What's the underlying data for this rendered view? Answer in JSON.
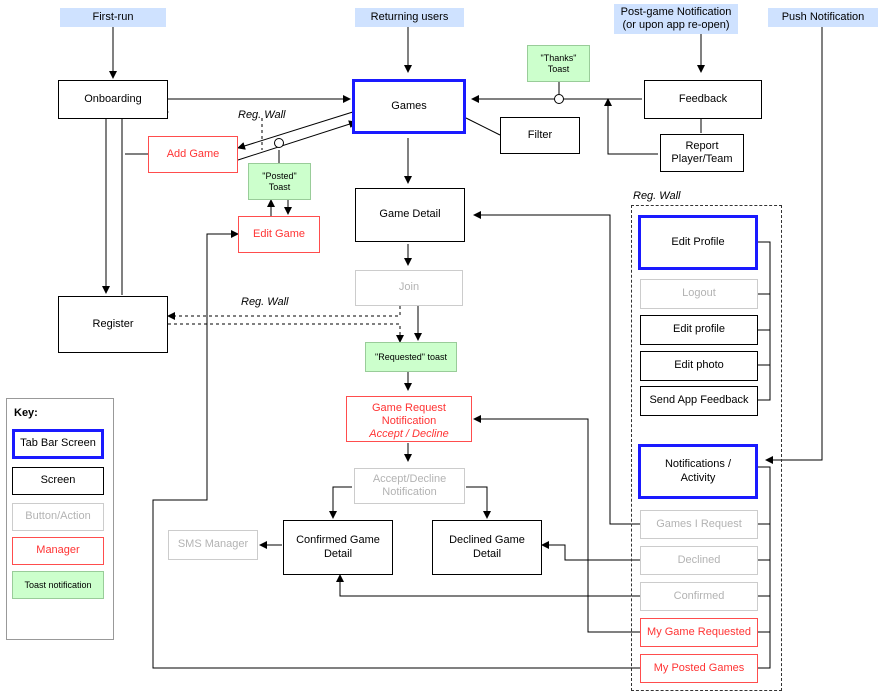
{
  "entries": {
    "first_run": "First-run",
    "returning_users": "Returning users",
    "post_game": "Post-game Notification (or upon app re-open)",
    "push": "Push Notification"
  },
  "nodes": {
    "onboarding": "Onboarding",
    "games": "Games",
    "feedback": "Feedback",
    "filter": "Filter",
    "report": "Report Player/Team",
    "add_game": "Add Game",
    "posted_toast": "\"Posted\" Toast",
    "thanks_toast": "\"Thanks\" Toast",
    "edit_game": "Edit Game",
    "game_detail": "Game Detail",
    "join": "Join",
    "register": "Register",
    "requested_toast": "\"Requested\" toast",
    "game_request_notification": "Game Request Notification",
    "accept_decline": "Accept / Decline",
    "accept_decline_notification": "Accept/Decline Notification",
    "confirmed_game_detail": "Confirmed Game Detail",
    "declined_game_detail": "Declined Game Detail",
    "sms_manager": "SMS Manager",
    "edit_profile_tab": "Edit Profile",
    "logout": "Logout",
    "edit_profile": "Edit profile",
    "edit_photo": "Edit photo",
    "send_app_feedback": "Send App Feedback",
    "notifications_activity": "Notifications / Activity",
    "games_i_request": "Games I Request",
    "declined": "Declined",
    "confirmed": "Confirmed",
    "my_game_requested": "My Game Requested",
    "my_posted_games": "My Posted Games"
  },
  "notes": {
    "reg_wall_1": "Reg. Wall",
    "reg_wall_2": "Reg. Wall",
    "reg_wall_3": "Reg. Wall"
  },
  "key": {
    "title": "Key:",
    "tab_bar_screen": "Tab Bar Screen",
    "screen": "Screen",
    "button_action": "Button/Action",
    "manager": "Manager",
    "toast_notification": "Toast notification"
  },
  "colors": {
    "tab_border": "#1a1aff",
    "manager": "#ff3333",
    "toast_fill": "#ccffcc",
    "entry_fill": "#cfe2ff",
    "button_text": "#b3b3b3"
  }
}
